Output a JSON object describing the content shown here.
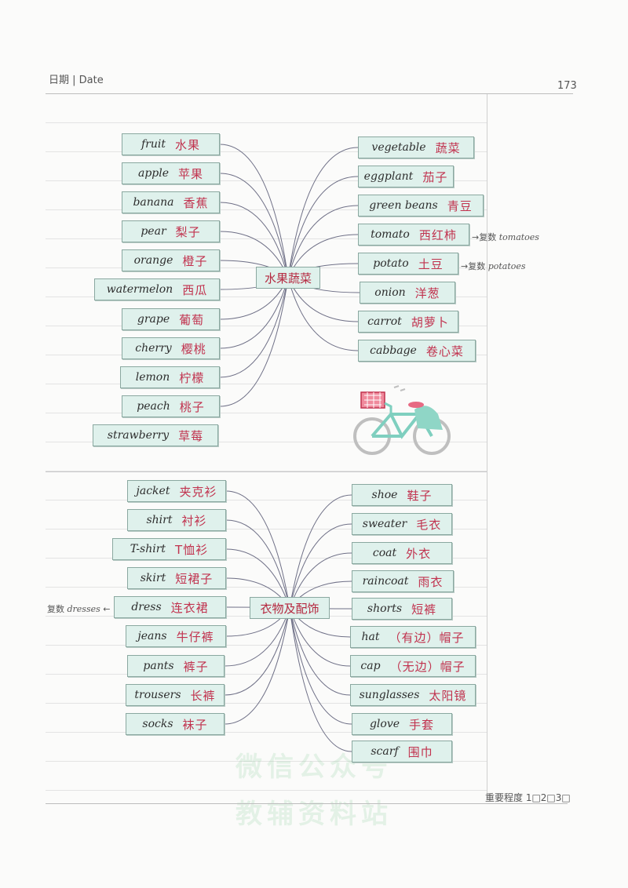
{
  "header": {
    "date_label": "日期 | Date",
    "page_number": "173"
  },
  "footer": {
    "importance": "重要程度 1□2□3□"
  },
  "watermark": {
    "line1": "微信公众号",
    "line2": "教辅资料站"
  },
  "section1": {
    "hub": "水果蔬菜",
    "left": [
      {
        "en": "fruit",
        "zh": "水果"
      },
      {
        "en": "apple",
        "zh": "苹果"
      },
      {
        "en": "banana",
        "zh": "香蕉"
      },
      {
        "en": "pear",
        "zh": "梨子"
      },
      {
        "en": "orange",
        "zh": "橙子"
      },
      {
        "en": "watermelon",
        "zh": "西瓜"
      },
      {
        "en": "grape",
        "zh": "葡萄"
      },
      {
        "en": "cherry",
        "zh": "樱桃"
      },
      {
        "en": "lemon",
        "zh": "柠檬"
      },
      {
        "en": "peach",
        "zh": "桃子"
      },
      {
        "en": "strawberry",
        "zh": "草莓"
      }
    ],
    "right": [
      {
        "en": "vegetable",
        "zh": "蔬菜"
      },
      {
        "en": "eggplant",
        "zh": "茄子"
      },
      {
        "en": "green beans",
        "zh": "青豆"
      },
      {
        "en": "tomato",
        "zh": "西红柿"
      },
      {
        "en": "potato",
        "zh": "土豆"
      },
      {
        "en": "onion",
        "zh": "洋葱"
      },
      {
        "en": "carrot",
        "zh": "胡萝卜"
      },
      {
        "en": "cabbage",
        "zh": "卷心菜"
      }
    ],
    "notes": {
      "tomato": {
        "label": "复数",
        "word": "tomatoes"
      },
      "potato": {
        "label": "复数",
        "word": "potatoes"
      }
    }
  },
  "section2": {
    "hub": "衣物及配饰",
    "left": [
      {
        "en": "jacket",
        "zh": "夹克衫"
      },
      {
        "en": "shirt",
        "zh": "衬衫"
      },
      {
        "en": "T-shirt",
        "zh": "T恤衫"
      },
      {
        "en": "skirt",
        "zh": "短裙子"
      },
      {
        "en": "dress",
        "zh": "连衣裙"
      },
      {
        "en": "jeans",
        "zh": "牛仔裤"
      },
      {
        "en": "pants",
        "zh": "裤子"
      },
      {
        "en": "trousers",
        "zh": "长裤"
      },
      {
        "en": "socks",
        "zh": "袜子"
      }
    ],
    "right": [
      {
        "en": "shoe",
        "zh": "鞋子"
      },
      {
        "en": "sweater",
        "zh": "毛衣"
      },
      {
        "en": "coat",
        "zh": "外衣"
      },
      {
        "en": "raincoat",
        "zh": "雨衣"
      },
      {
        "en": "shorts",
        "zh": "短裤"
      },
      {
        "en": "hat",
        "zh": "（有边）帽子"
      },
      {
        "en": "cap",
        "zh": "（无边）帽子"
      },
      {
        "en": "sunglasses",
        "zh": "太阳镜"
      },
      {
        "en": "glove",
        "zh": "手套"
      },
      {
        "en": "scarf",
        "zh": "围巾"
      }
    ],
    "notes": {
      "dress": {
        "label": "复数",
        "word": "dresses"
      }
    }
  },
  "colors": {
    "box_fill": "#dff1ec",
    "box_border": "#8aa8a0",
    "chinese_text": "#c1324e",
    "connector": "#6e6f86"
  }
}
